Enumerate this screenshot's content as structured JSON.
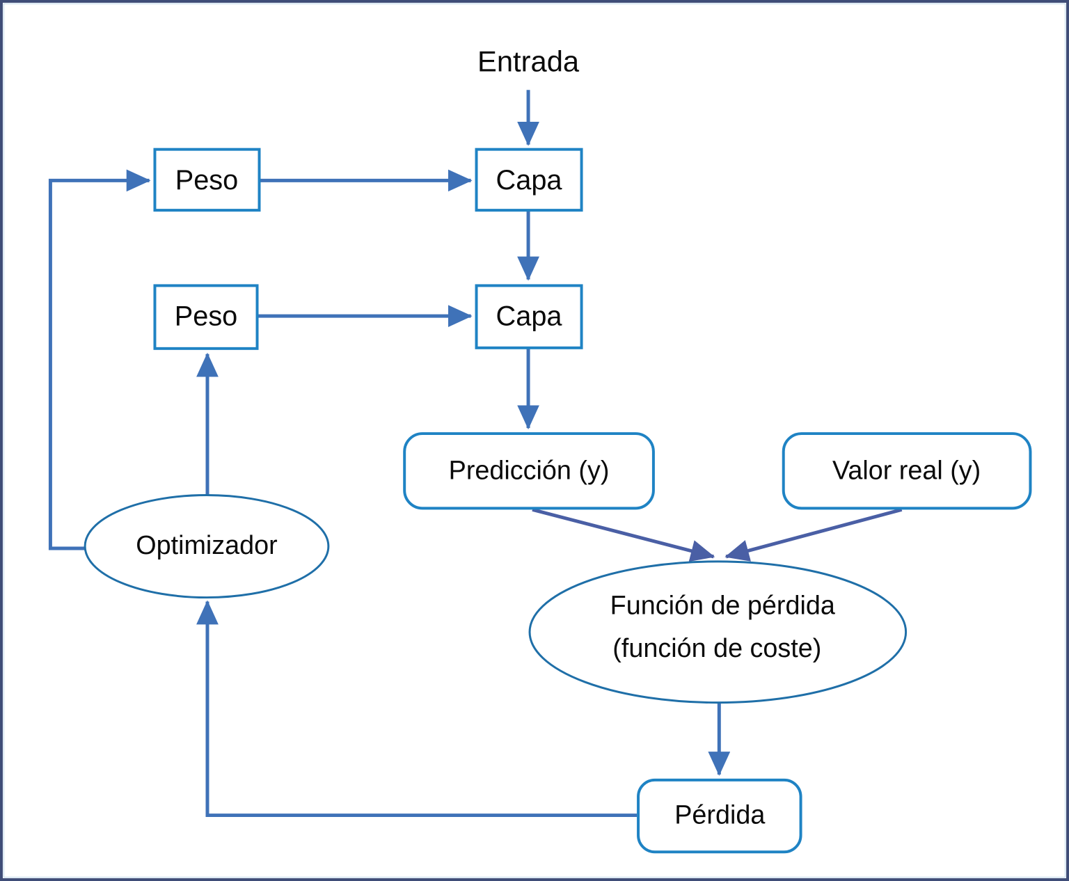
{
  "diagram": {
    "title_text": "Entrada",
    "accent_blue": "#1f83c4",
    "edge_blue": "#3f72b8",
    "edge_diagonal_blue": "#4a5fa5",
    "ellipse_blue": "#1f6fa8",
    "frame_border": "#3f4d78",
    "background": "#ffffff",
    "nodes": {
      "input": {
        "label": "Entrada",
        "shape": "text"
      },
      "weight_1": {
        "label": "Peso",
        "shape": "rectangle"
      },
      "weight_2": {
        "label": "Peso",
        "shape": "rectangle"
      },
      "layer_1": {
        "label": "Capa",
        "shape": "rectangle"
      },
      "layer_2": {
        "label": "Capa",
        "shape": "rectangle"
      },
      "prediction": {
        "label": "Predicción (y)",
        "shape": "rounded-rectangle"
      },
      "actual": {
        "label": "Valor real (y)",
        "shape": "rounded-rectangle"
      },
      "optimizer": {
        "label": "Optimizador",
        "shape": "ellipse"
      },
      "loss_function": {
        "label_line_1": "Función de pérdida",
        "label_line_2": "(función de coste)",
        "shape": "ellipse"
      },
      "loss": {
        "label": "Pérdida",
        "shape": "rounded-rectangle"
      }
    },
    "edges": [
      {
        "from": "input",
        "to": "layer_1",
        "kind": "arrow-down"
      },
      {
        "from": "weight_1",
        "to": "layer_1",
        "kind": "arrow-right"
      },
      {
        "from": "layer_1",
        "to": "layer_2",
        "kind": "arrow-down"
      },
      {
        "from": "weight_2",
        "to": "layer_2",
        "kind": "arrow-right"
      },
      {
        "from": "layer_2",
        "to": "prediction",
        "kind": "arrow-down"
      },
      {
        "from": "prediction",
        "to": "loss_function",
        "kind": "arrow-diagonal"
      },
      {
        "from": "actual",
        "to": "loss_function",
        "kind": "arrow-diagonal"
      },
      {
        "from": "loss_function",
        "to": "loss",
        "kind": "arrow-down"
      },
      {
        "from": "loss",
        "to": "optimizer",
        "kind": "arrow-elbow-up"
      },
      {
        "from": "optimizer",
        "to": "weight_2",
        "kind": "arrow-up"
      },
      {
        "from": "optimizer",
        "to": "weight_1",
        "kind": "arrow-elbow-left-up"
      }
    ]
  }
}
